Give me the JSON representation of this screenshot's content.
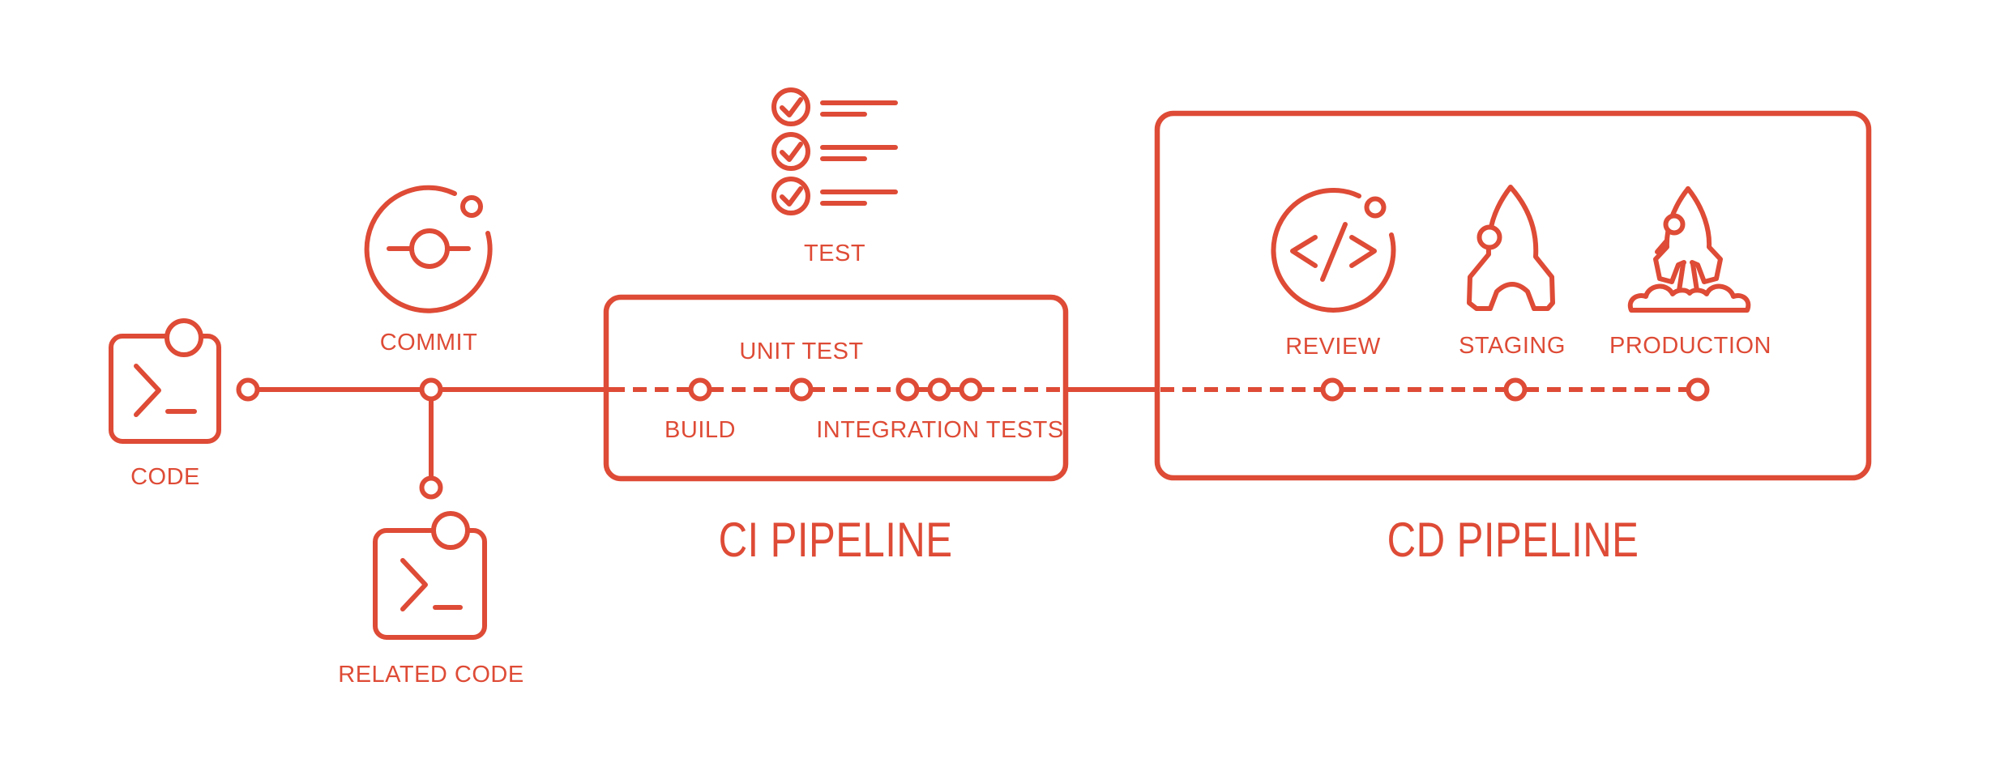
{
  "theme": {
    "accent_color": "#DE4B36",
    "background_color": "#FFFFFF"
  },
  "stages": {
    "code": {
      "label": "CODE"
    },
    "commit": {
      "label": "COMMIT"
    },
    "related_code": {
      "label": "RELATED CODE"
    },
    "test": {
      "label": "TEST"
    }
  },
  "ci_pipeline": {
    "title": "CI PIPELINE",
    "steps": {
      "build": {
        "label": "BUILD"
      },
      "unit_test": {
        "label": "UNIT TEST"
      },
      "integration_tests": {
        "label": "INTEGRATION TESTS"
      }
    }
  },
  "cd_pipeline": {
    "title": "CD PIPELINE",
    "steps": {
      "review": {
        "label": "REVIEW"
      },
      "staging": {
        "label": "STAGING"
      },
      "production": {
        "label": "PRODUCTION"
      }
    }
  }
}
